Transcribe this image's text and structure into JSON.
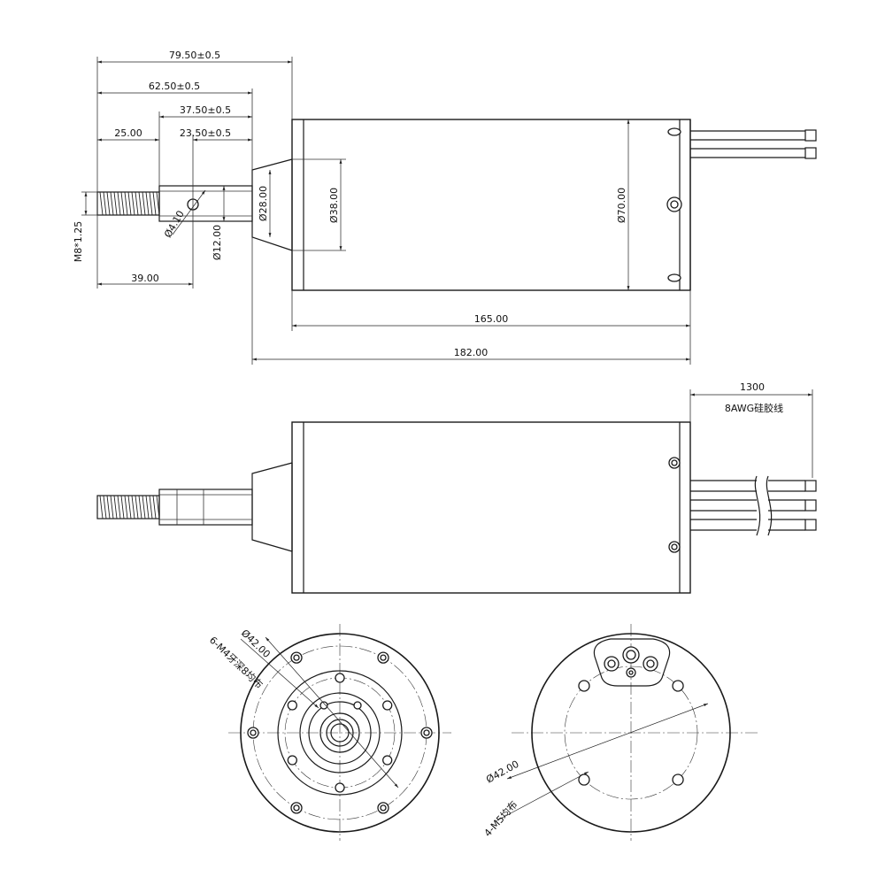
{
  "top_view": {
    "dims": {
      "overall_flange": "79.50±0.5",
      "flange_b": "62.50±0.5",
      "flange_c": "37.50±0.5",
      "thread_len": "25.00",
      "hole_pos": "23.50±0.5",
      "shaft_len": "39.00",
      "thread_spec": "M8*1.25",
      "hole_dia": "Ø4.10",
      "shaft_dia": "Ø12.00",
      "boss_dia": "Ø28.00",
      "cone_dia": "Ø38.00",
      "body_dia": "Ø70.00",
      "body_len": "165.00",
      "total_len": "182.00"
    }
  },
  "side_view": {
    "cable_len": "1300",
    "cable_spec": "8AWG硅胶线"
  },
  "front_view": {
    "pcd": "Ø42.00",
    "holes": "6-M4牙深8均布"
  },
  "rear_view": {
    "pcd": "Ø42.00",
    "holes": "4-M5均布"
  }
}
